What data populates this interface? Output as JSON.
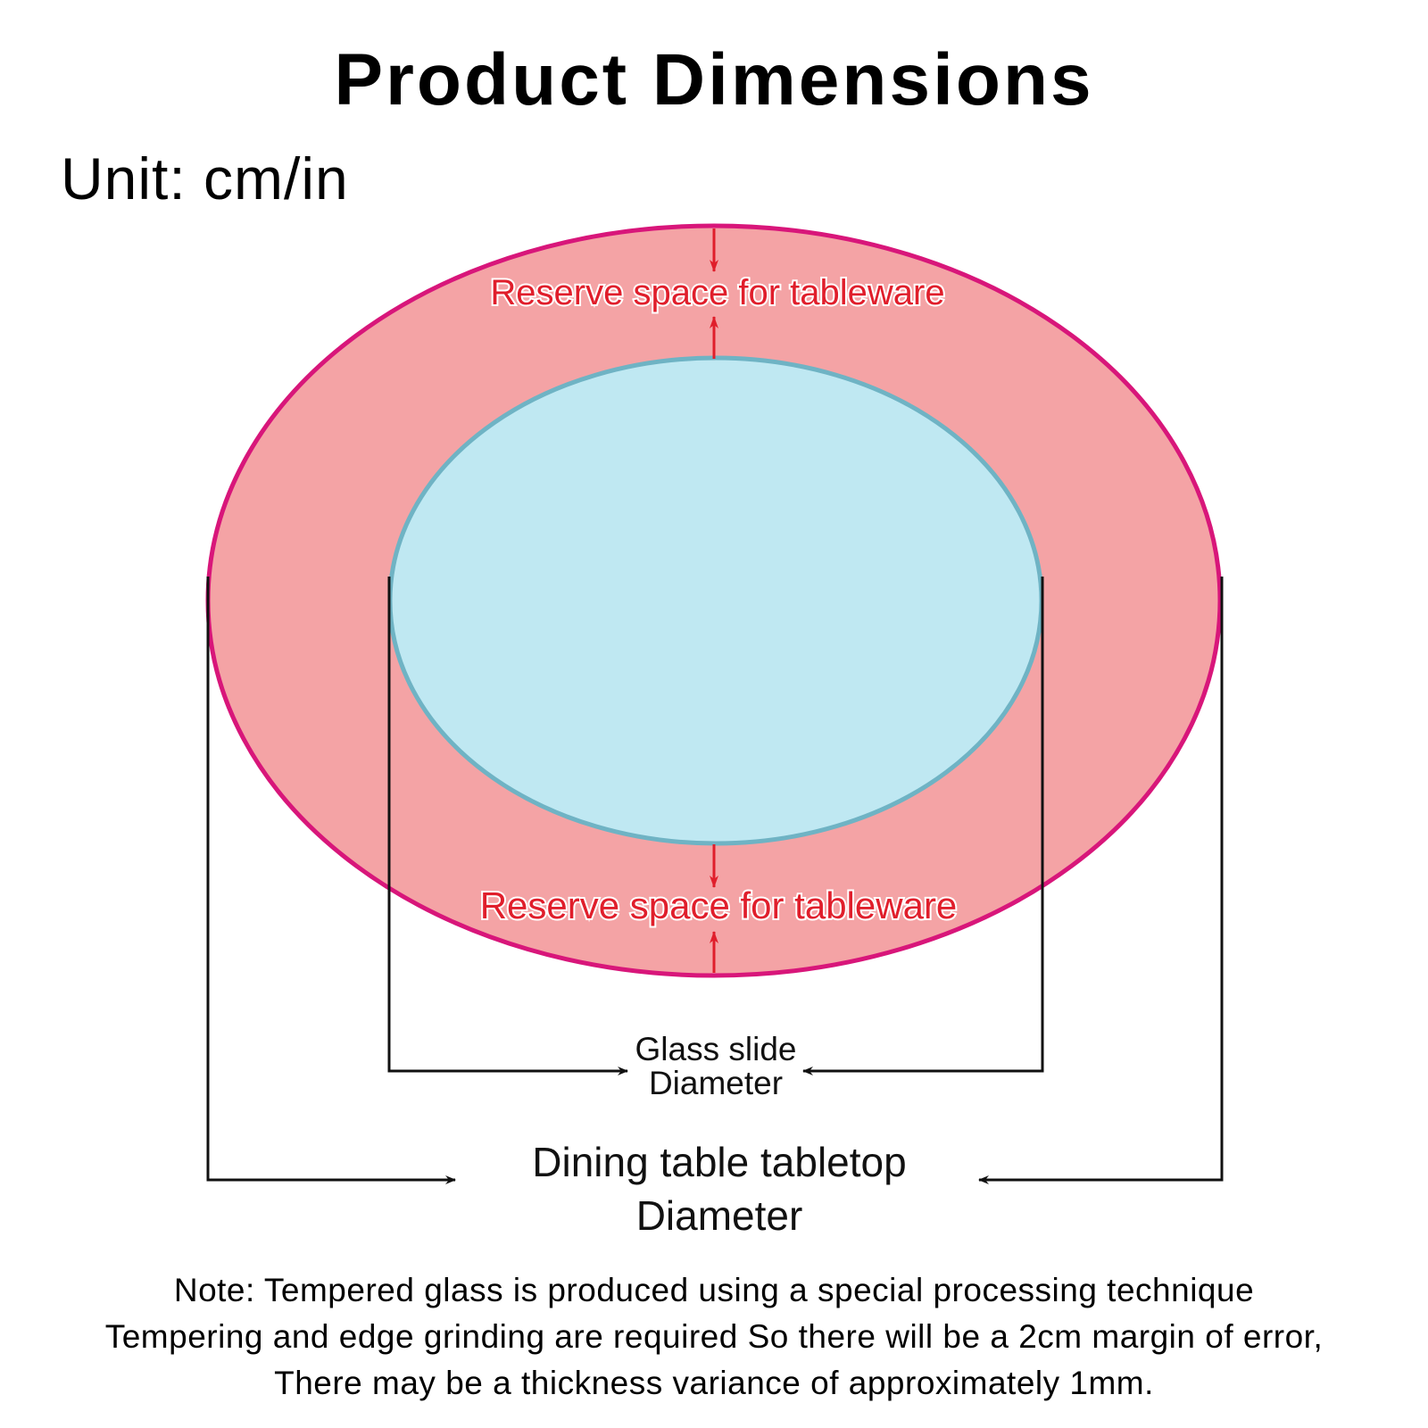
{
  "header": {
    "title": "Product Dimensions",
    "unit": "Unit: cm/in"
  },
  "diagram": {
    "top_label": "Reserve space for tableware",
    "bottom_label": "Reserve space for tableware",
    "glass_label_line1": "Glass slide",
    "glass_label_line2": "Diameter",
    "table_label_line1": "Dining table tabletop",
    "table_label_line2": "Diameter"
  },
  "note": {
    "line1": "Note: Tempered glass is produced using a special processing technique",
    "line2": "Tempering and edge grinding are required So there will be a 2cm margin of error,",
    "line3": "There may be a thickness variance of approximately 1mm."
  },
  "colors": {
    "tabletop_fill": "#f4a3a5",
    "tabletop_stroke": "#d8167a",
    "glass_fill": "#bfe8f2",
    "glass_stroke": "#6fb3c4",
    "arrow_red": "#e01e2b",
    "line_black": "#111111"
  }
}
